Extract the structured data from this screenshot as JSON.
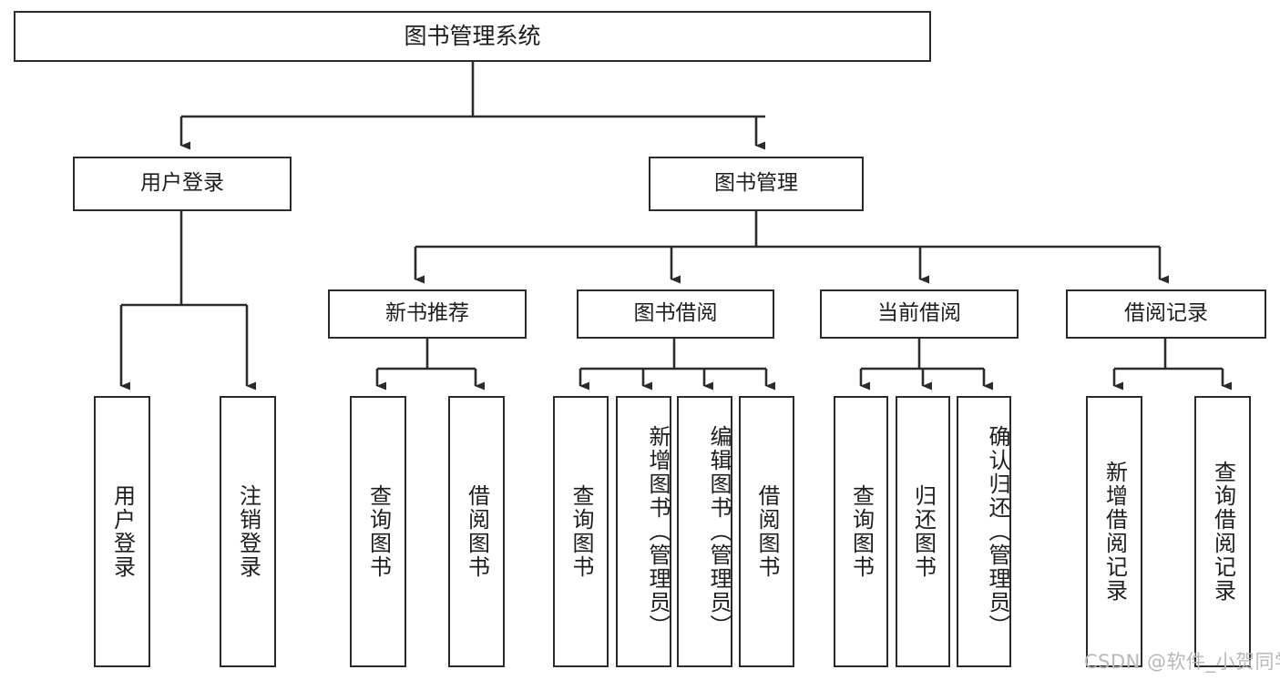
{
  "diagram": {
    "title": "图书管理系统",
    "type": "tree-hierarchy-chart",
    "root": {
      "id": "root",
      "label": "图书管理系统"
    },
    "level1": [
      {
        "id": "user-login",
        "label": "用户登录"
      },
      {
        "id": "book-manage",
        "label": "图书管理"
      }
    ],
    "level2": [
      {
        "id": "new-book-recommend",
        "label": "新书推荐",
        "parent": "book-manage"
      },
      {
        "id": "book-borrow",
        "label": "图书借阅",
        "parent": "book-manage"
      },
      {
        "id": "current-borrow",
        "label": "当前借阅",
        "parent": "book-manage"
      },
      {
        "id": "borrow-record",
        "label": "借阅记录",
        "parent": "book-manage"
      }
    ],
    "leaves": [
      {
        "id": "leaf-user-login",
        "label": "用户登录",
        "parent": "user-login"
      },
      {
        "id": "leaf-logout-login",
        "label": "注销登录",
        "parent": "user-login"
      },
      {
        "id": "leaf-query-book-1",
        "label": "查询图书",
        "parent": "new-book-recommend"
      },
      {
        "id": "leaf-borrow-book-1",
        "label": "借阅图书",
        "parent": "new-book-recommend"
      },
      {
        "id": "leaf-query-book-2",
        "label": "查询图书",
        "parent": "book-borrow"
      },
      {
        "id": "leaf-add-book",
        "label": "新增图书（管理员）",
        "parent": "book-borrow"
      },
      {
        "id": "leaf-edit-book",
        "label": "编辑图书（管理员）",
        "parent": "book-borrow"
      },
      {
        "id": "leaf-borrow-book-2",
        "label": "借阅图书",
        "parent": "book-borrow"
      },
      {
        "id": "leaf-query-book-3",
        "label": "查询图书",
        "parent": "current-borrow"
      },
      {
        "id": "leaf-return-book",
        "label": "归还图书",
        "parent": "current-borrow"
      },
      {
        "id": "leaf-confirm-return",
        "label": "确认归还（管理员）",
        "parent": "current-borrow"
      },
      {
        "id": "leaf-add-record",
        "label": "新增借阅记录",
        "parent": "borrow-record"
      },
      {
        "id": "leaf-query-record",
        "label": "查询借阅记录",
        "parent": "borrow-record"
      }
    ]
  },
  "watermark": {
    "text": "CSDN @软件_小贺同学"
  },
  "colors": {
    "box_border": "#2b2b2b",
    "box_fill": "#ffffff",
    "edge": "#2b2b2b",
    "text": "#1d1d1d",
    "watermark": "#b8b8b8",
    "background": "#ffffff"
  }
}
